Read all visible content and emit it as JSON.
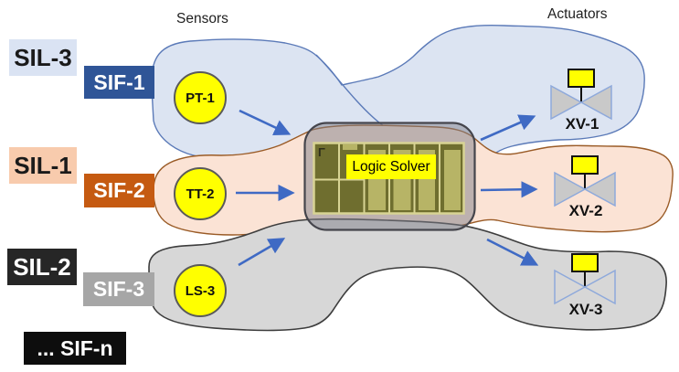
{
  "headings": {
    "sensors": "Sensors",
    "actuators": "Actuators"
  },
  "sil_boxes": [
    {
      "label": "SIL-3",
      "bg": "#dae3f3",
      "fg": "#1a1a1a"
    },
    {
      "label": "SIL-1",
      "bg": "#f8cbad",
      "fg": "#1a1a1a"
    },
    {
      "label": "SIL-2",
      "bg": "#262626",
      "fg": "#ffffff"
    }
  ],
  "sif_boxes": [
    {
      "label": "SIF-1",
      "bg": "#2f5597",
      "fg": "#ffffff"
    },
    {
      "label": "SIF-2",
      "bg": "#c55a11",
      "fg": "#ffffff"
    },
    {
      "label": "SIF-3",
      "bg": "#a6a6a6",
      "fg": "#ffffff"
    }
  ],
  "sif_n": {
    "label": "... SIF-n",
    "bg": "#0d0d0d",
    "fg": "#ffffff"
  },
  "sensors": [
    {
      "label": "PT-1"
    },
    {
      "label": "TT-2"
    },
    {
      "label": "LS-3"
    }
  ],
  "actuators": [
    {
      "label": "XV-1"
    },
    {
      "label": "XV-2"
    },
    {
      "label": "XV-3"
    }
  ],
  "logic_solver": {
    "label": "Logic Solver",
    "corner_glyph": "Γ"
  },
  "colors": {
    "sif1_region_fill": "#dce4f2",
    "sif1_region_stroke": "#5b7ab8",
    "sif2_region_fill": "#fbe3d5",
    "sif2_region_stroke": "#9a5b26",
    "sif3_region_fill": "#d7d7d7",
    "sif3_region_stroke": "#3d3d3d",
    "sensor_fill": "#ffff00",
    "sensor_stroke": "#5a5a5a",
    "arrow": "#3f6ac4",
    "valve_fill": "#c9c9c9",
    "valve_stroke": "#8ea9db",
    "actuator_box_fill": "#ffff00",
    "solver_box_stroke": "#45454c",
    "board_fill": "#6f6e2f",
    "board_grid": "#d8d494",
    "board_bar": "#b7b466",
    "solver_label_bg": "#ffff00"
  }
}
